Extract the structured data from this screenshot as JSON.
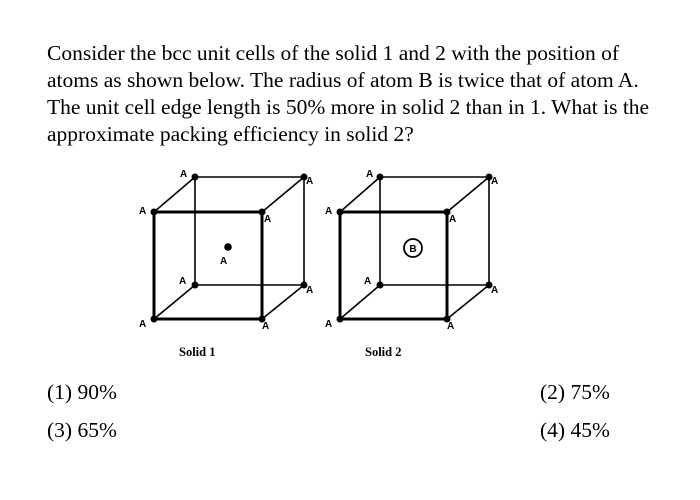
{
  "question": {
    "text": "Consider the bcc unit cells of the solid 1 and 2 with the position of atoms as shown below. The radius of atom B is twice that of atom A. The unit cell edge length is 50% more in solid 2 than in 1. What is the approximate packing efficiency in solid 2?"
  },
  "figure": {
    "atom_label": "A",
    "center_label_solid2": "B",
    "solid1": {
      "caption": "Solid 1"
    },
    "solid2": {
      "caption": "Solid 2"
    }
  },
  "options": [
    {
      "label": "(1)  90%"
    },
    {
      "label": "(2) 75%"
    },
    {
      "label": "(3) 65%"
    },
    {
      "label": "(4) 45%"
    }
  ]
}
